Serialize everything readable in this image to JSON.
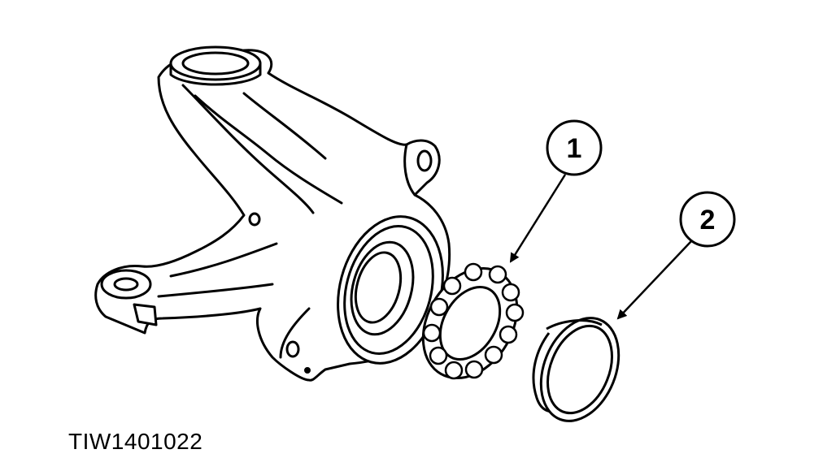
{
  "callouts": [
    {
      "number": "1"
    },
    {
      "number": "2"
    }
  ],
  "figure_id": "TIW1401022"
}
